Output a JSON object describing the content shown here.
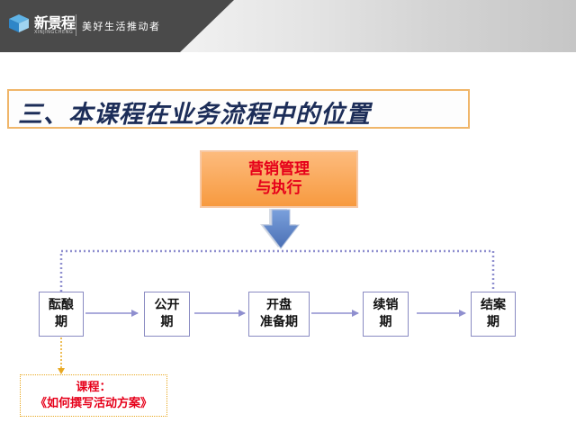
{
  "header": {
    "logo_text": "新景程",
    "logo_sub": "XINJINGCHENG",
    "slogan": "美好生活推动者"
  },
  "title": "三、本课程在业务流程中的位置",
  "top_box": {
    "line1": "营销管理",
    "line2": "与执行"
  },
  "stages": [
    {
      "line1": "酝酿",
      "line2": "期"
    },
    {
      "line1": "公开",
      "line2": "期"
    },
    {
      "line1": "开盘",
      "line2": "准备期"
    },
    {
      "line1": "续销",
      "line2": "期"
    },
    {
      "line1": "结案",
      "line2": "期"
    }
  ],
  "course": {
    "line1": "课程：",
    "line2": "《如何撰写活动方案》"
  },
  "colors": {
    "title_text": "#1c2d58",
    "title_border": "#f0b66a",
    "top_box_fill": "#f79a3f",
    "top_box_text": "#e6001a",
    "node_border": "#8a8bc2",
    "connector": "#8f8fcf",
    "arrow_fill": "#5b7fc0",
    "course_border": "#e8a821",
    "course_text": "#e6001a"
  }
}
